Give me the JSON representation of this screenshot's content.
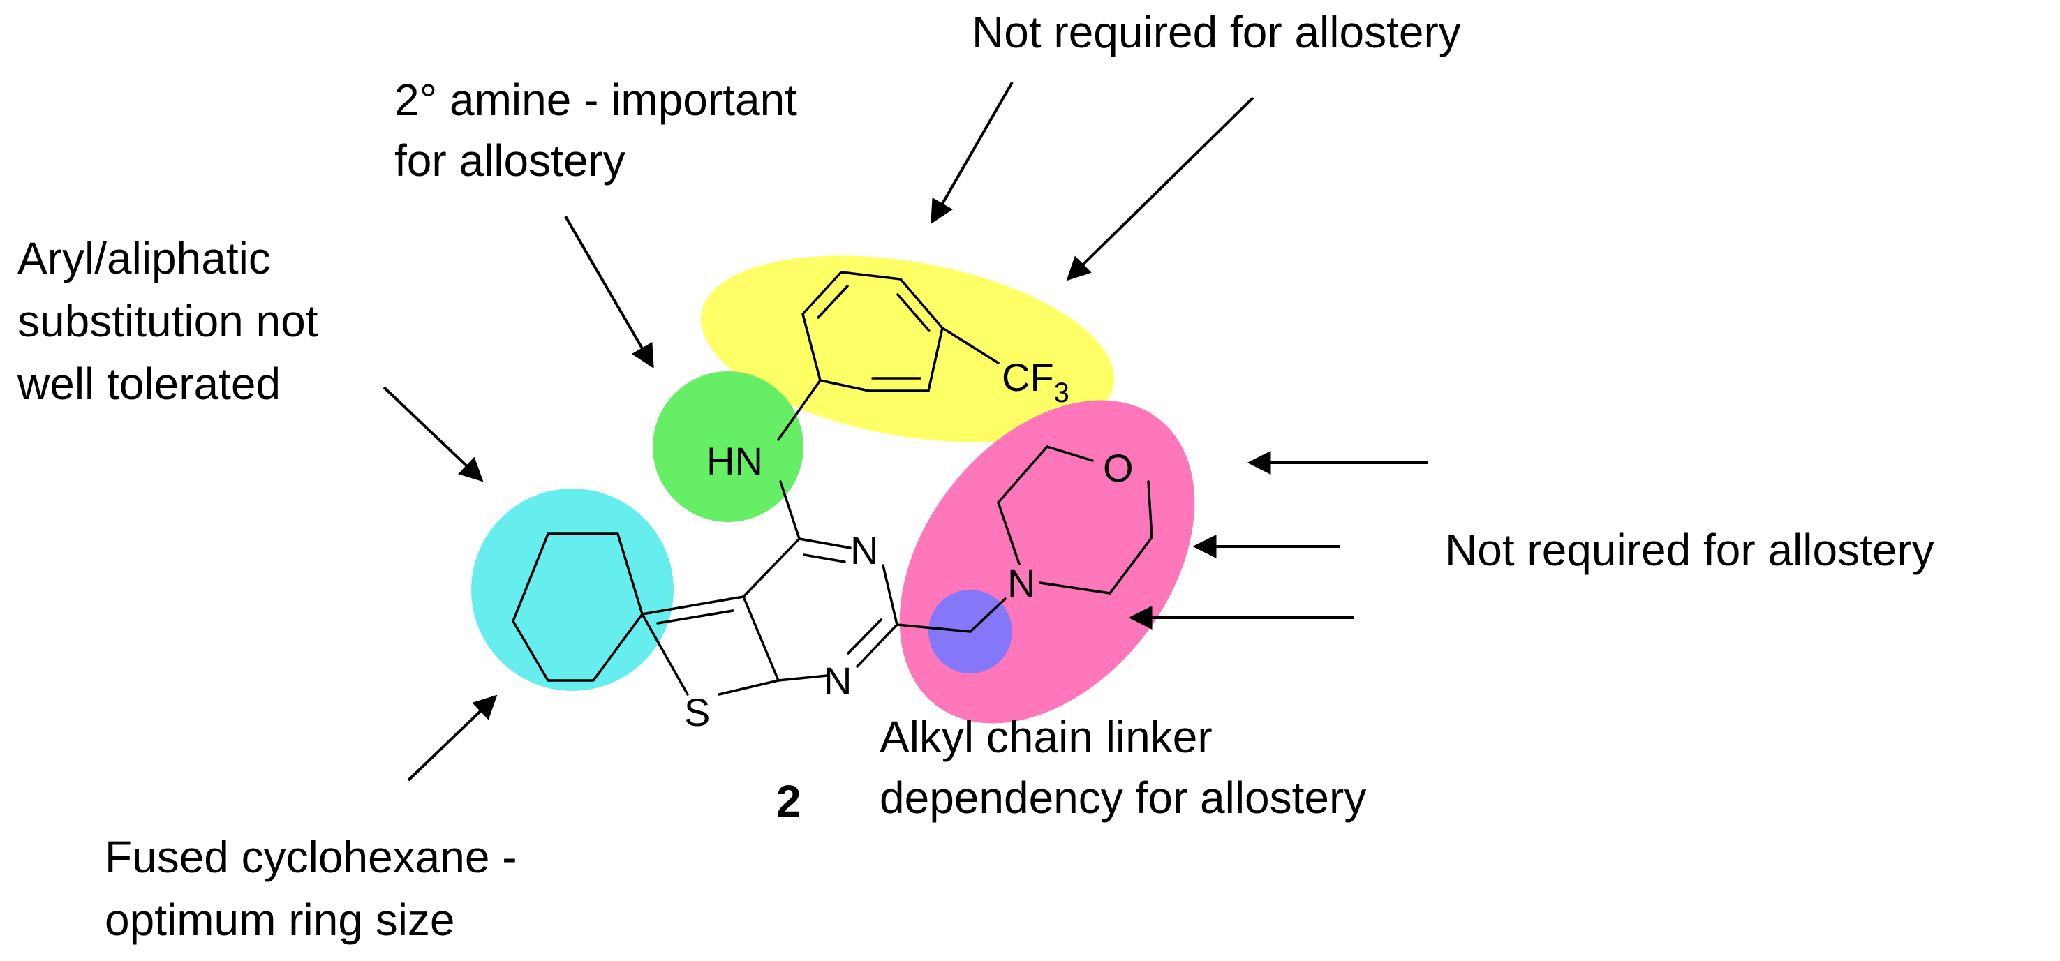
{
  "diagram": {
    "compound_number": "2",
    "highlight_colors": {
      "aryl": "#ffff66",
      "amine": "#66ee66",
      "cyclohexane": "#66eeee",
      "morpholine": "#ff77bb",
      "linker": "#7777ff"
    },
    "atoms": {
      "hn": "HN",
      "n_upper": "N",
      "n_lower": "N",
      "s": "S",
      "cf3_main": "CF",
      "cf3_sub": "3",
      "o_morph": "O",
      "n_morph": "N"
    },
    "annotations": {
      "not_required_top": "Not required for allostery",
      "amine_line1": "2° amine - important",
      "amine_line2": "for allostery",
      "aryl_line1": "Aryl/aliphatic",
      "aryl_line2": "substitution not",
      "aryl_line3": "well tolerated",
      "not_required_right": "Not required for allostery",
      "linker_line1": "Alkyl chain linker",
      "linker_line2": "dependency for allostery",
      "cyclo_line1": "Fused cyclohexane -",
      "cyclo_line2": "optimum ring size"
    }
  }
}
